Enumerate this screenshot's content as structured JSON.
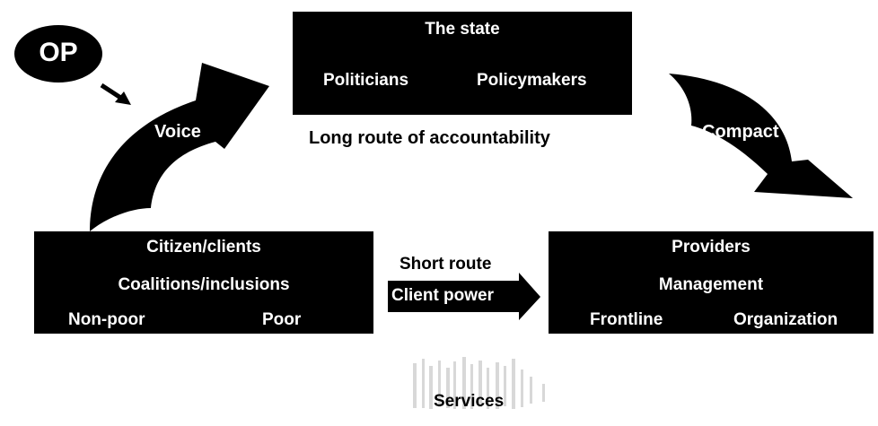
{
  "state": {
    "title": "The state",
    "left": "Politicians",
    "right": "Policymakers"
  },
  "long_route": "Long route of accountability",
  "op": "OP",
  "voice": "Voice",
  "compact": "Compact",
  "citizens": {
    "title": "Citizen/clients",
    "middle": "Coalitions/inclusions",
    "left": "Non-poor",
    "right": "Poor"
  },
  "short_route": {
    "line1": "Short route",
    "line2": "Client power"
  },
  "providers": {
    "title": "Providers",
    "middle": "Management",
    "left": "Frontline",
    "right": "Organization"
  },
  "services": "Services",
  "colors": {
    "fill": "#000000",
    "text_on_fill": "#ffffff",
    "background": "#ffffff"
  }
}
